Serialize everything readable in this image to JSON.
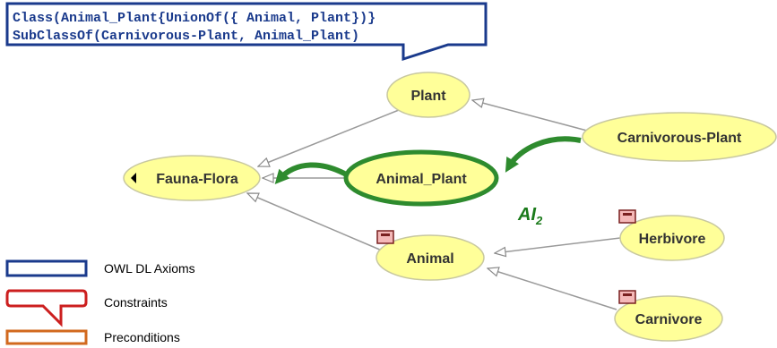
{
  "axiom_box": {
    "lines": [
      "Class(Animal_Plant{UnionOf({ Animal, Plant})}",
      "SubClassOf(Carnivorous-Plant, Animal_Plant)"
    ]
  },
  "nodes": {
    "plant": "Plant",
    "fauna_flora": "Fauna-Flora",
    "animal_plant": "Animal_Plant",
    "carnivorous_plant": "Carnivorous-Plant",
    "animal": "Animal",
    "herbivore": "Herbivore",
    "carnivore": "Carnivore"
  },
  "annotation": {
    "main": "AI",
    "sub": "2"
  },
  "legend": {
    "owl": "OWL DL Axioms",
    "constraints": "Constraints",
    "preconditions": "Preconditions"
  },
  "colors": {
    "node_fill": "#ffff99",
    "node_stroke": "#c8c8a0",
    "highlight": "#2e8b2e",
    "axiom_border": "#1a3a8c",
    "constraint_border": "#cc1f1f",
    "precondition_border": "#d2691e",
    "edge": "#9a9a9a"
  },
  "icons": {
    "collapse": "left-triangle-icon",
    "restriction": "restriction-badge-icon"
  }
}
